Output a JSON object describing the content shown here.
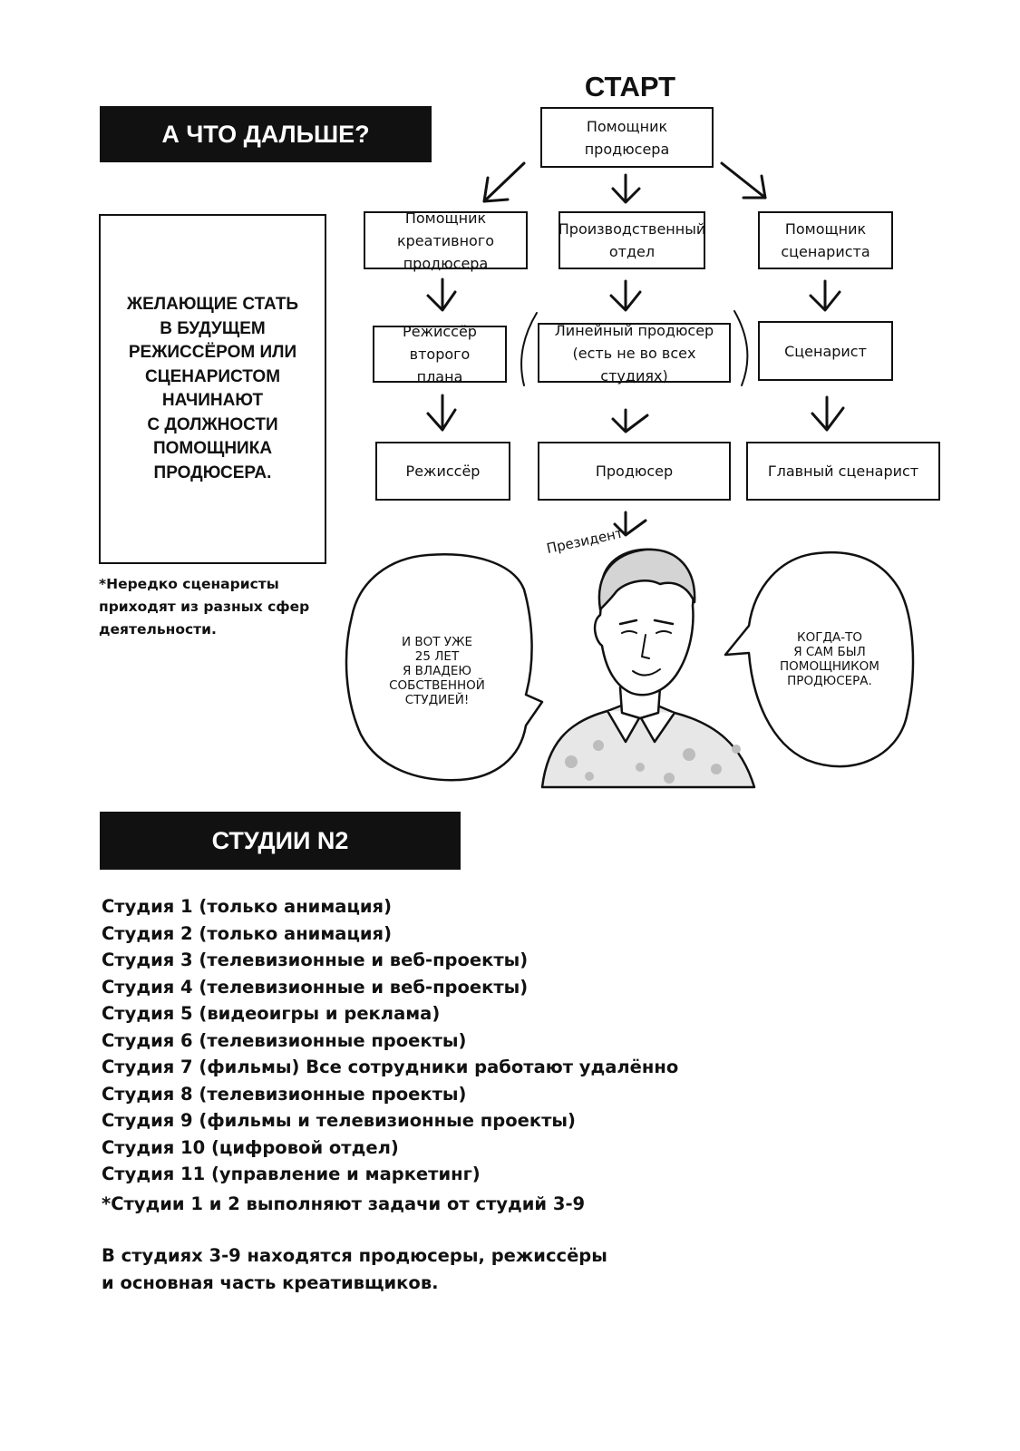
{
  "header": {
    "banner_title": "А ЧТО ДАЛЬШЕ?",
    "start_label": "СТАРТ"
  },
  "left_panel": {
    "text": "ЖЕЛАЮЩИЕ СТАТЬ\nВ БУДУЩЕМ\nРЕЖИССЁРОМ ИЛИ\nСЦЕНАРИСТОМ\nНАЧИНАЮТ\nС ДОЛЖНОСТИ\nПОМОЩНИКА\nПРОДЮСЕРА.",
    "footnote": "*Нередко сценаристы\nприходят из разных сфер\nдеятельности."
  },
  "flowchart": {
    "start_node": "Помощник продюсера",
    "columns": {
      "left": [
        "Помощник креативного продюсера",
        "Режиссёр второго плана",
        "Режиссёр"
      ],
      "middle": [
        "Производственный отдел",
        "Линейный продюсер (есть не во всех студиях)",
        "Продюсер"
      ],
      "right": [
        "Помощник сценариста",
        "Сценарист",
        "Главный сценарист"
      ]
    }
  },
  "illustration": {
    "president_label": "Президент",
    "bubble_left": "И вот уже\n25 лет\nя владею\nсобственной\nстудией!",
    "bubble_right": "Когда-то\nя сам был\nпомощником\nпродюсера."
  },
  "studios": {
    "banner_title": "СТУДИИ N2",
    "items": [
      "Студия 1 (только анимация)",
      "Студия 2 (только анимация)",
      "Студия 3 (телевизионные и веб-проекты)",
      "Студия 4 (телевизионные и веб-проекты)",
      "Студия 5 (видеоигры и реклама)",
      "Студия 6 (телевизионные проекты)",
      "Студия 7 (фильмы) Все сотрудники работают удалённо",
      "Студия 8 (телевизионные проекты)",
      "Студия 9 (фильмы и телевизионные проекты)",
      "Студия 10 (цифровой отдел)",
      "Студия 11 (управление и маркетинг)"
    ],
    "note": "*Студии 1 и 2 выполняют задачи от студий 3-9",
    "summary": "В студиях 3-9 находятся продюсеры, режиссёры\nи основная часть креативщиков."
  }
}
